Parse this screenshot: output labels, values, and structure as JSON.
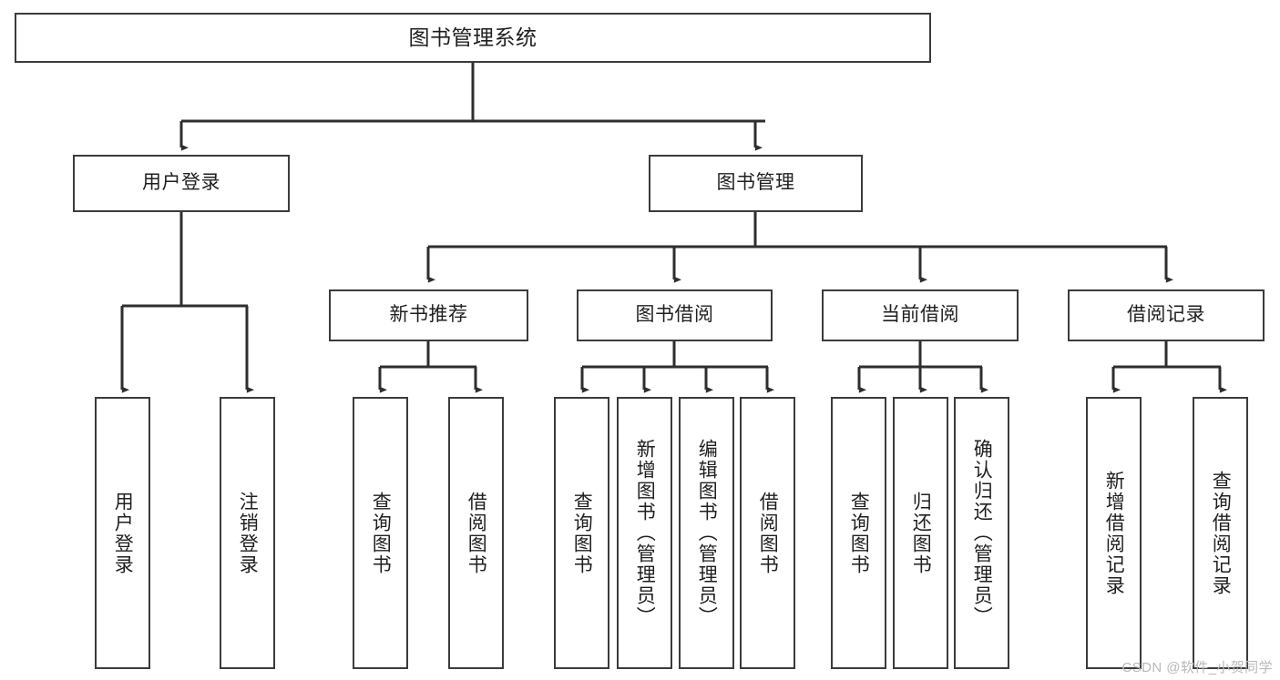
{
  "diagram": {
    "title": "图书管理系统",
    "type": "tree",
    "watermark": "CSDN @软件_小贺同学",
    "colors": {
      "stroke": "#3b3b3b",
      "fill": "#ffffff",
      "text": "#1f1f1f",
      "watermark": "#b9b9b9"
    },
    "nodes": {
      "root": {
        "label": "图书管理系统"
      },
      "level1": [
        {
          "label": "用户登录"
        },
        {
          "label": "图书管理"
        }
      ],
      "level2": [
        {
          "label": "新书推荐"
        },
        {
          "label": "图书借阅"
        },
        {
          "label": "当前借阅"
        },
        {
          "label": "借阅记录"
        }
      ],
      "leaves": [
        {
          "label": "用户登录"
        },
        {
          "label": "注销登录"
        },
        {
          "label": "查询图书"
        },
        {
          "label": "借阅图书"
        },
        {
          "label": "查询图书"
        },
        {
          "label": "新增图书（管理员）"
        },
        {
          "label": "编辑图书（管理员）"
        },
        {
          "label": "借阅图书"
        },
        {
          "label": "查询图书"
        },
        {
          "label": "归还图书"
        },
        {
          "label": "确认归还（管理员）"
        },
        {
          "label": "新增借阅记录"
        },
        {
          "label": "查询借阅记录"
        }
      ]
    }
  }
}
